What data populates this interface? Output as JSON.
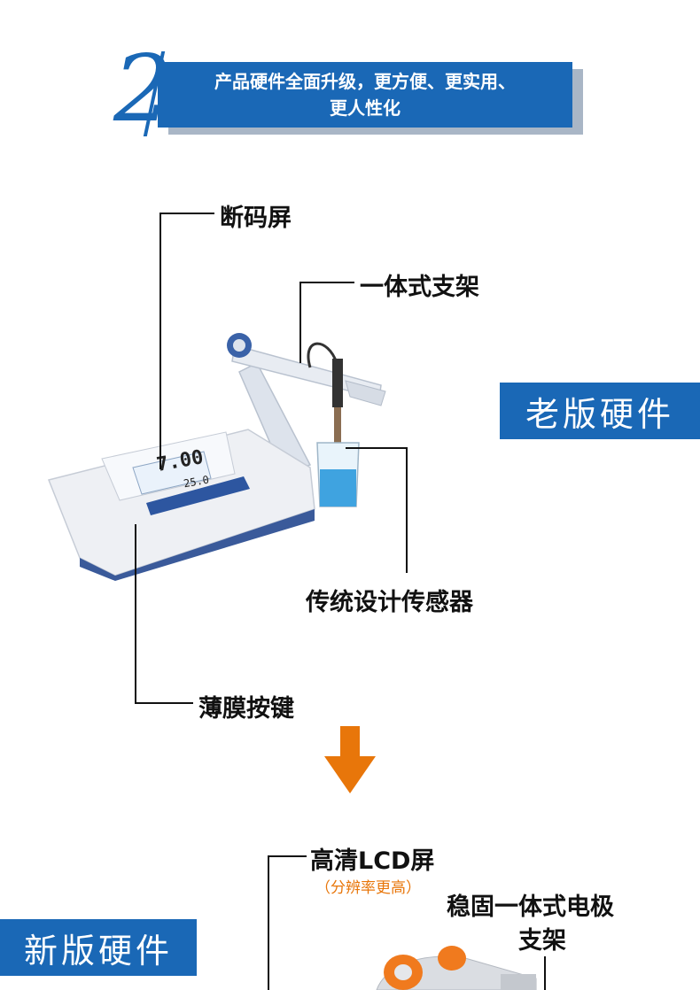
{
  "header": {
    "number": "2",
    "line1": "产品硬件全面升级，更方便、更实用、",
    "line2": "更人性化"
  },
  "old": {
    "tag": "老版硬件",
    "labels": {
      "screen": "断码屏",
      "stand": "一体式支架",
      "sensor": "传统设计传感器",
      "keys": "薄膜按键"
    },
    "display_reading": "7.00",
    "display_temp": "25.0"
  },
  "new": {
    "tag": "新版硬件",
    "labels": {
      "screen": "高清LCD屏",
      "screen_sub": "（分辨率更高）",
      "stand_line1": "稳固一体式电极",
      "stand_line2": "支架"
    }
  },
  "colors": {
    "brand_blue": "#1a68b6",
    "arrow_orange": "#e8760a"
  }
}
